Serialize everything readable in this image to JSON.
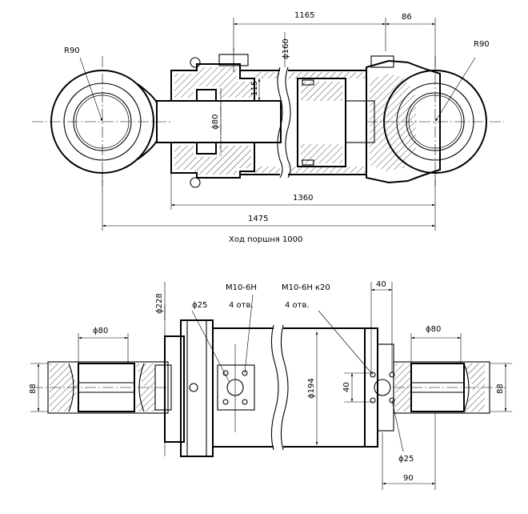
{
  "labels": {
    "r90_left": "R90",
    "r90_right": "R90",
    "dim_1165": "1165",
    "dim_86": "86",
    "dim_d160": "ϕ160",
    "dim_115": "115",
    "dim_d80_rod": "ϕ80",
    "dim_1360": "1360",
    "dim_1475": "1475",
    "stroke_note": "Ход поршня 1000",
    "dim_d228": "ϕ228",
    "dim_d25_top": "ϕ25",
    "thread_m10_left": "M10-6H",
    "holes_left": "4 отв.",
    "thread_m10_right": "M10-6H к20",
    "holes_right": "4 отв.",
    "dim_40_top": "40",
    "dim_d80_left": "ϕ80",
    "dim_d80_right": "ϕ80",
    "dim_88_left": "88",
    "dim_88_right": "88",
    "dim_d194": "ϕ194",
    "dim_40_mid": "40",
    "dim_d25_bottom": "ϕ25",
    "dim_90": "90"
  },
  "colors": {
    "line": "#000000",
    "background": "#ffffff"
  }
}
